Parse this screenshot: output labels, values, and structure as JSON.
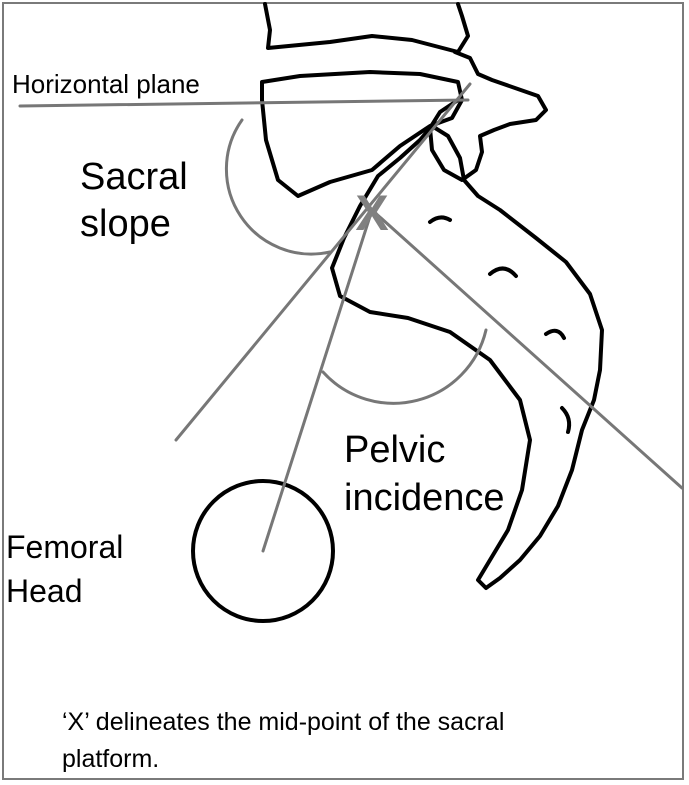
{
  "diagram": {
    "labels": {
      "horizontal_plane": "Horizontal plane",
      "sacral_line1": "Sacral",
      "sacral_line2": "slope",
      "pelvic_line1": "Pelvic",
      "pelvic_line2": "incidence",
      "femoral_line1": "Femoral",
      "femoral_line2": "Head"
    },
    "caption": {
      "line1": "‘X’ delineates the mid-point of the sacral",
      "line2": "platform."
    },
    "marker": "X",
    "colors": {
      "bone_outline": "#000000",
      "reference_lines": "#777777",
      "midpoint_marker": "#808080",
      "frame": "#7a7a7a"
    }
  }
}
